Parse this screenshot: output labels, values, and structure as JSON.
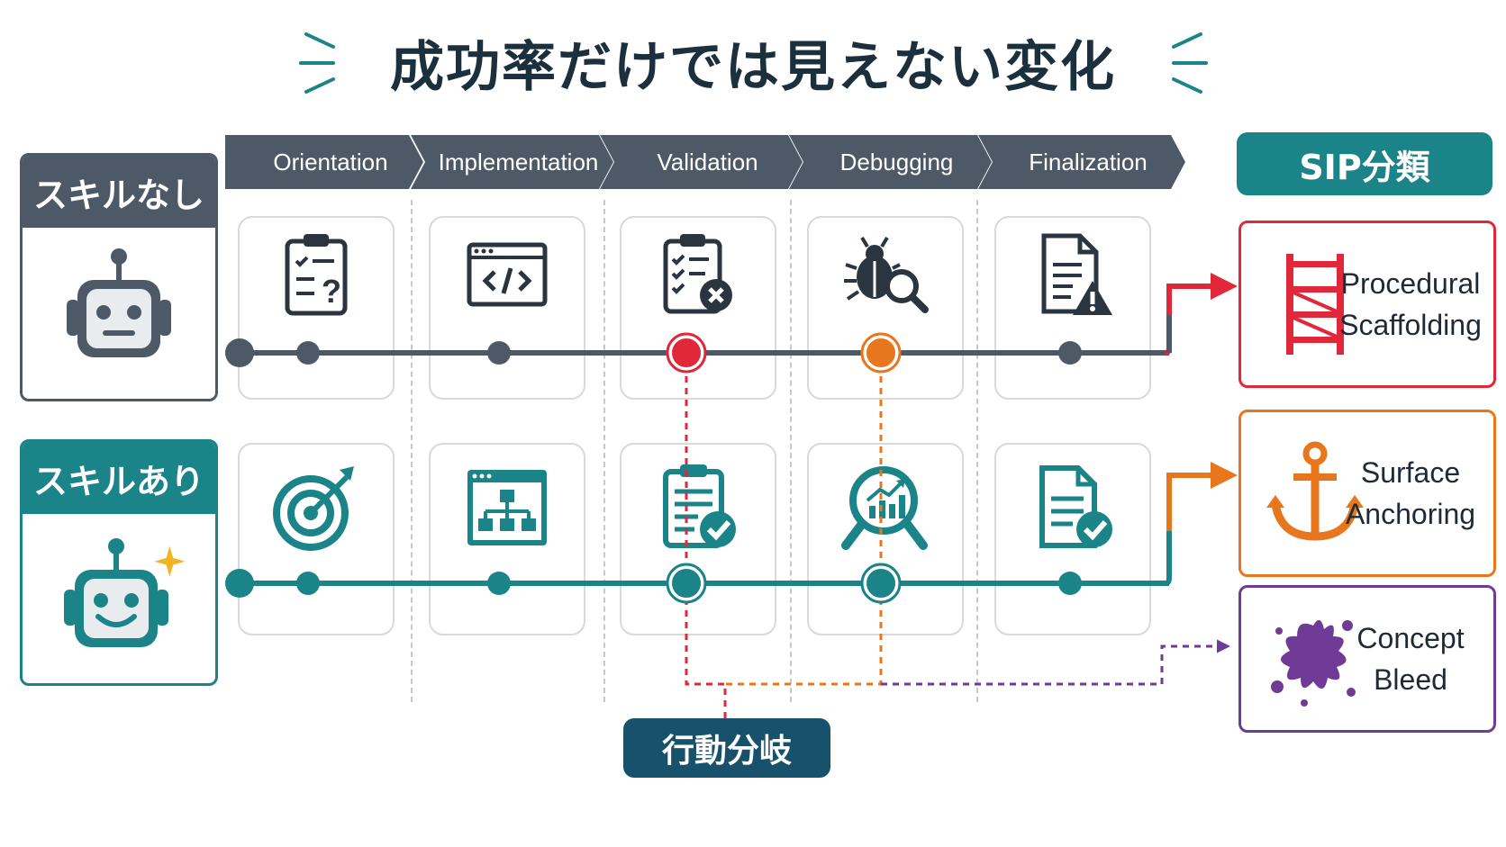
{
  "title": "成功率だけでは見えない変化",
  "phases": [
    "Orientation",
    "Implementation",
    "Validation",
    "Debugging",
    "Finalization"
  ],
  "agents": {
    "without_skill": {
      "label": "スキルなし"
    },
    "with_skill": {
      "label": "スキルあり"
    }
  },
  "sip": {
    "header": "SIP分類",
    "categories": [
      {
        "label": "Procedural\nScaffolding",
        "icon": "ladder-icon",
        "color": "#e0283a"
      },
      {
        "label": "Surface\nAnchoring",
        "icon": "anchor-icon",
        "color": "#e8761d"
      },
      {
        "label": "Concept\nBleed",
        "icon": "splash-icon",
        "color": "#6f3b96"
      }
    ]
  },
  "branch_label": "行動分岐",
  "colors": {
    "dark": "#4d5966",
    "teal": "#1a8488",
    "red": "#e0283a",
    "orange": "#e8761d",
    "purple": "#6f3b96",
    "navy": "#17516c"
  },
  "icons": {
    "without_skill_tiles": [
      "clipboard-question-icon",
      "code-window-icon",
      "checklist-x-icon",
      "bug-search-icon",
      "document-warning-icon"
    ],
    "with_skill_tiles": [
      "target-icon",
      "sitemap-window-icon",
      "checklist-check-icon",
      "chart-search-icon",
      "document-check-icon"
    ],
    "agents": [
      "neutral-robot-icon",
      "happy-robot-icon"
    ]
  }
}
